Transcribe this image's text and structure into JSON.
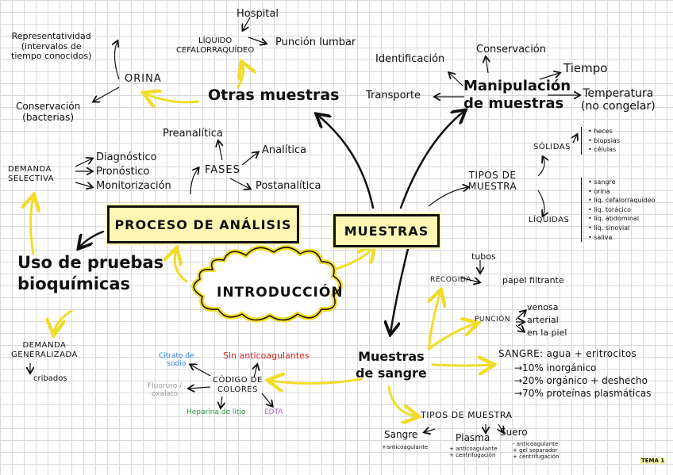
{
  "colors": {
    "highlight": "#f7e84a",
    "box_fill": "#fff7b3",
    "blue": "#2f7de1",
    "red": "#e02020",
    "grey": "#9a9a9a",
    "green": "#1e9a3c",
    "purple": "#b06ad6"
  },
  "center": {
    "proceso": "PROCESO DE ANÁLISIS",
    "muestras": "MUESTRAS",
    "intro": "INTRODUCCIÓN"
  },
  "otras": {
    "title": "Otras muestras",
    "liquido": "LÍQUIDO\nCEFALORRAQUÍDEO",
    "hospital": "Hospital",
    "puncion_lumbar": "Punción lumbar",
    "orina": "ORINA",
    "representatividad": "Representatividad\n(intervalos de\ntiempo conocidos)",
    "conservacion": "Conservación\n(bacterias)"
  },
  "proceso": {
    "demanda_selectiva": "DEMANDA\nSELECTIVA",
    "diagnostico": "Diagnóstico",
    "pronostico": "Pronóstico",
    "monitorizacion": "Monitorización",
    "fases": "FASES",
    "preanalitica": "Preanalítica",
    "analitica": "Analítica",
    "postanalitica": "Postanalítica"
  },
  "uso": {
    "title": "Uso de pruebas\nbioquímicas",
    "demanda_generalizada": "DEMANDA\nGENERALIZADA",
    "cribados": "cribados"
  },
  "manipulacion": {
    "title": "Manipulación\nde muestras",
    "identificacion": "Identificación",
    "conservacion": "Conservación",
    "tiempo": "Tiempo",
    "temperatura": "Temperatura\n(no congelar)",
    "transporte": "Transporte"
  },
  "tipos": {
    "title": "TIPOS DE\nMUESTRA",
    "solidas": "SÓLIDAS",
    "solidas_items": [
      "heces",
      "biopsias",
      "células"
    ],
    "liquidas": "LÍQUIDAS",
    "liquidas_items": [
      "sangre",
      "orina",
      "líq. cefalorraquídeo",
      "líq. torácico",
      "líq. abdominal",
      "líq. sinovial",
      "saliva"
    ]
  },
  "sangre": {
    "title": "Muestras\nde sangre",
    "tubos": "tubos",
    "recogida": "RECOGIDA",
    "papel": "papel filtrante",
    "puncion": "PUNCIÓN",
    "venosa": "venosa",
    "arterial": "arterial",
    "piel": "en la piel",
    "sangre_def": "SANGRE: agua + eritrocitos",
    "inorganico": "→10%  inorgánico",
    "organico": "→20%  orgánico + deshecho",
    "proteinas": "→70%  proteínas plasmáticas",
    "tipos_muestra": "TIPOS DE MUESTRA",
    "sangre": "Sangre",
    "sangre_sub": "+anticoagulante",
    "plasma": "Plasma",
    "plasma_sub": "+ anticoagulante\n+ centrifugación",
    "suero": "Suero",
    "suero_sub": "- anticoagulante\n+ gel separador\n+ centrifugación",
    "codigo": "CÓDIGO DE\nCOLORES",
    "citrato": "Citrato de\nsodio",
    "sin_anti": "Sin anticoagulantes",
    "fluoruro": "Fluoruro /\noxalato",
    "heparina": "Heparina de litio",
    "edta": "EDTA"
  },
  "tema": "TEMA 1"
}
